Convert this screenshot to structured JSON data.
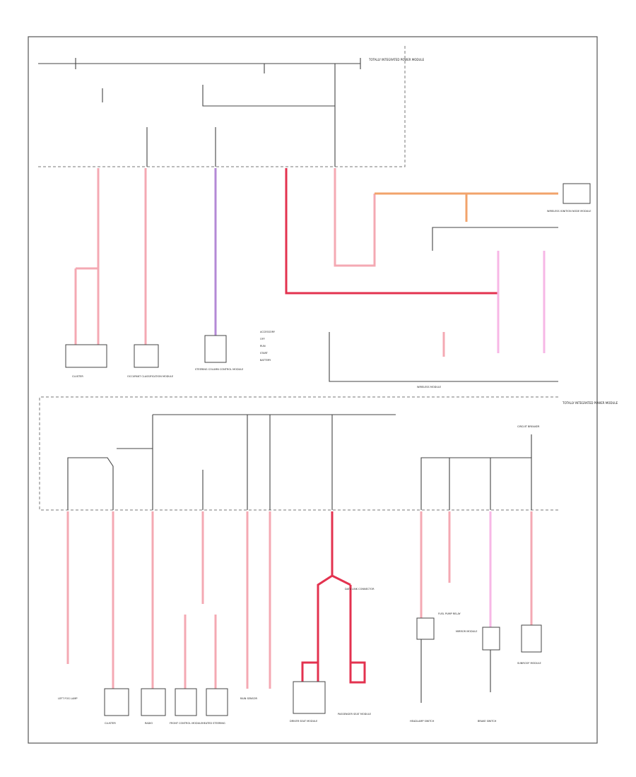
{
  "page_number": "",
  "components": {
    "cluster_top": "CLUSTER",
    "occupant_module": "OCCUPANT CLASSIFICATION MODULE",
    "wireless_module": "WIRELESS MODULE",
    "steering_column_module": "STEERING COLUMN CONTROL MODULE",
    "cluster_bottom": "CLUSTER",
    "radio": "RADIO",
    "front_control_module": "FRONT CONTROL MODULE",
    "steering_wheel_heater": "HEATED STEERING",
    "rain_sensor": "RAIN SENSOR",
    "driver_seat_module": "DRIVER SEAT MODULE",
    "passenger_seat_module": "PASSENGER SEAT MODULE",
    "fuel_pump_relay": "FUEL PUMP RELAY",
    "headlamp_switch": "HEADLAMP SWITCH",
    "left_fog_lamp": "LEFT FOG LAMP",
    "mirror_module": "MIRROR MODULE",
    "brake_switch": "BRAKE SWITCH",
    "sunroof_module": "SUNROOF MODULE",
    "ignition_module": "WIRELESS IGNITION NODE MODULE",
    "dedicated_module": "DATA LINK CONNECTOR"
  },
  "legend": [
    "ACCESSORY",
    "OFF",
    "RUN",
    "START",
    "BATTERY"
  ],
  "header_labels": {
    "ipm_top": "TOTALLY INTEGRATED POWER MODULE",
    "ipm_mid": "TOTALLY INTEGRATED POWER MODULE",
    "circuit_breaker": "CIRCUIT BREAKER"
  }
}
